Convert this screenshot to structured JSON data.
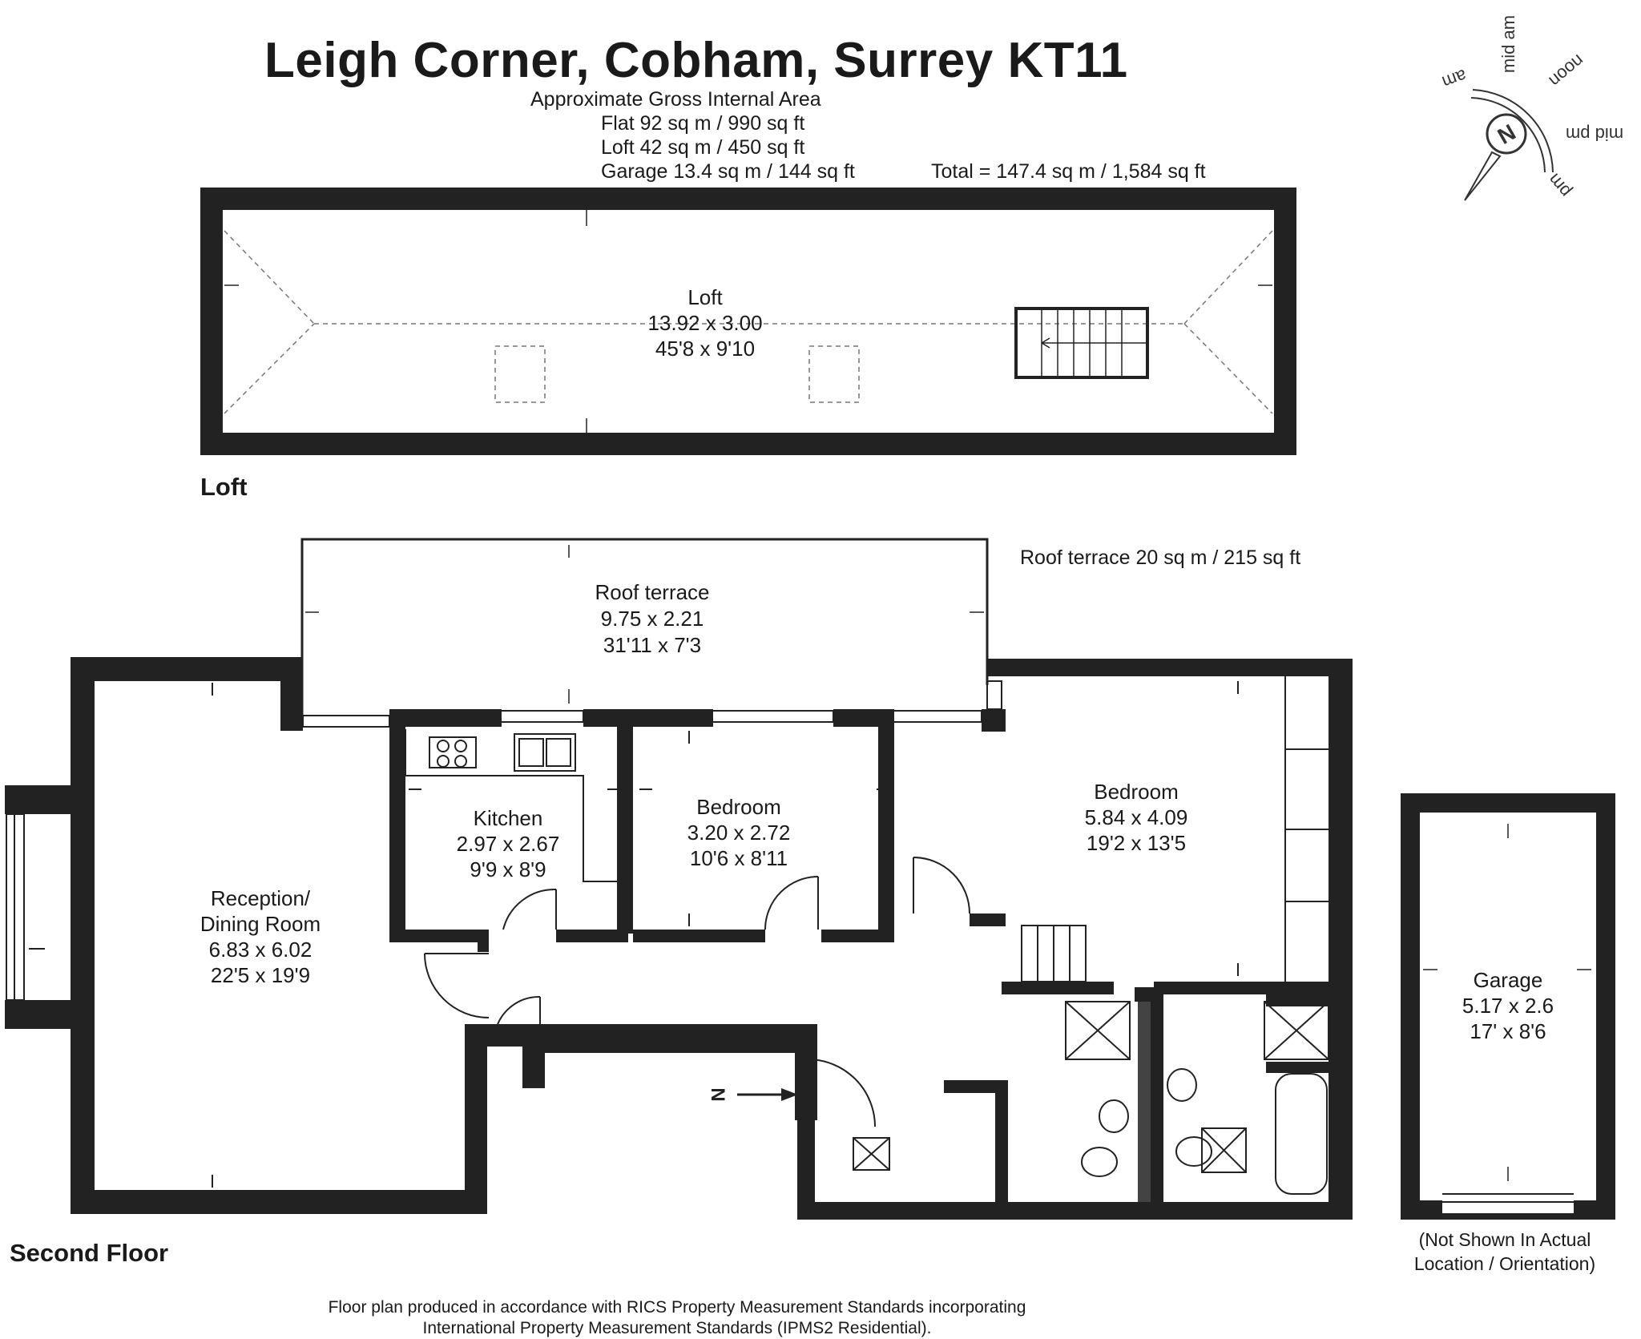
{
  "header": {
    "title": "Leigh Corner, Cobham, Surrey KT11",
    "area_heading": "Approximate Gross Internal Area",
    "flat_area": "Flat 92 sq m / 990 sq ft",
    "loft_area": "Loft 42 sq m / 450 sq ft",
    "garage_area": "Garage 13.4 sq m / 144 sq ft",
    "total_area": "Total = 147.4 sq m / 1,584 sq ft"
  },
  "compass": {
    "north": "N",
    "labels": [
      "am",
      "mid am",
      "noon",
      "mid pm",
      "pm"
    ]
  },
  "loft": {
    "floor_label": "Loft",
    "room": {
      "name": "Loft",
      "metric": "13.92 x 3.00",
      "imperial": "45'8 x 9'10"
    }
  },
  "second_floor": {
    "floor_label": "Second Floor",
    "roof_terrace_area": "Roof terrace 20 sq m / 215 sq ft",
    "north_marker": "N",
    "rooms": {
      "roof_terrace": {
        "name": "Roof terrace",
        "metric": "9.75 x 2.21",
        "imperial": "31'11 x 7'3"
      },
      "kitchen": {
        "name": "Kitchen",
        "metric": "2.97 x 2.67",
        "imperial": "9'9 x 8'9"
      },
      "bedroom_small": {
        "name": "Bedroom",
        "metric": "3.20 x 2.72",
        "imperial": "10'6 x 8'11"
      },
      "bedroom_main": {
        "name": "Bedroom",
        "metric": "5.84 x 4.09",
        "imperial": "19'2 x 13'5"
      },
      "reception": {
        "name_line1": "Reception/",
        "name_line2": "Dining Room",
        "metric": "6.83 x 6.02",
        "imperial": "22'5 x 19'9"
      }
    }
  },
  "garage": {
    "room": {
      "name": "Garage",
      "metric": "5.17 x 2.6",
      "imperial": "17' x 8'6"
    },
    "note_line1": "(Not Shown In Actual",
    "note_line2": "Location / Orientation)"
  },
  "footer": {
    "line1": "Floor plan produced in accordance with RICS Property Measurement Standards incorporating",
    "line2": "International Property Measurement Standards (IPMS2 Residential)."
  }
}
